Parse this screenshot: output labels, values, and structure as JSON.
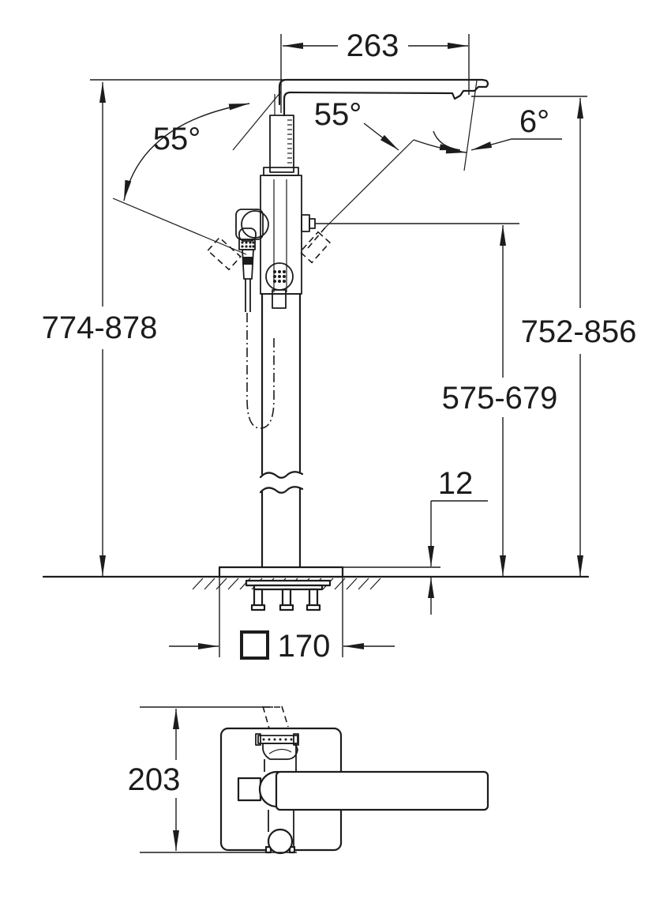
{
  "colors": {
    "line": "#1c1c1c",
    "background": "#ffffff"
  },
  "front_view": {
    "spout_reach": "263",
    "handshower_swivel": "55°",
    "spout_swivel": "55°",
    "spout_angle": "6°",
    "overall_height": "774-878",
    "spout_height": "752-856",
    "hose_outlet_height": "575-679",
    "base_plate_height": "12",
    "base_plate_width": "170",
    "base_plate_symbol": "□"
  },
  "top_view": {
    "overall_depth": "203"
  }
}
